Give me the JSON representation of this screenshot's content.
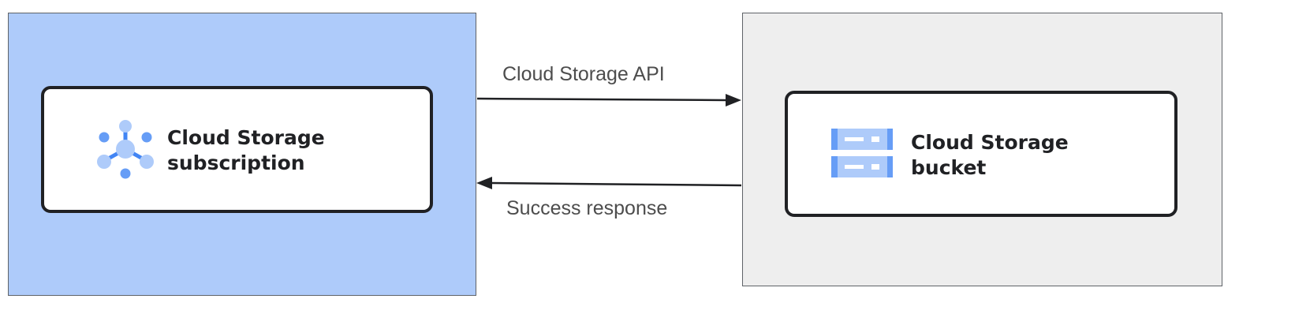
{
  "left_panel": {
    "title_line1": "Cloud Storage",
    "title_line2": "subscription",
    "icon": "pubsub-hub-icon",
    "fill": "#aecbfa"
  },
  "right_panel": {
    "title_line1": "Cloud Storage",
    "title_line2": "bucket",
    "icon": "storage-bucket-icon",
    "fill": "#eeeeee"
  },
  "arrows": {
    "request_label": "Cloud Storage API",
    "response_label": "Success response"
  }
}
